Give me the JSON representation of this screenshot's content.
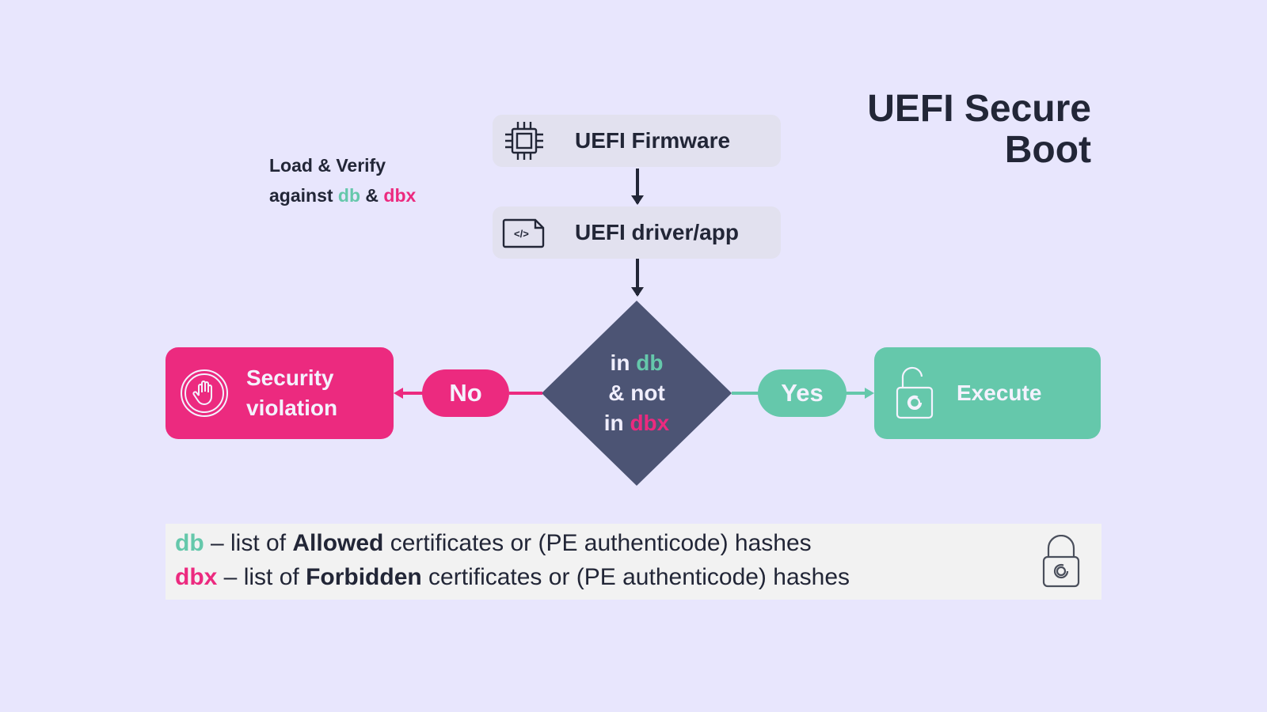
{
  "title": {
    "line1": "UEFI Secure",
    "line2": "Boot"
  },
  "note": {
    "line1": "Load & Verify",
    "against": "against ",
    "db": "db",
    "amp": " & ",
    "dbx": "dbx"
  },
  "steps": [
    {
      "label": "UEFI Firmware",
      "icon": "chip-icon"
    },
    {
      "label": "UEFI driver/app",
      "icon": "code-file-icon"
    }
  ],
  "decision": {
    "in1": "in ",
    "db": "db",
    "and_not": "& not",
    "in2": "in ",
    "dbx": "dbx"
  },
  "branches": {
    "no": {
      "label": "No",
      "target": "Security violation",
      "target_line1": "Security",
      "target_line2": "violation",
      "icon": "stop-hand-icon"
    },
    "yes": {
      "label": "Yes",
      "target": "Execute",
      "icon": "unlocked-padlock-icon"
    }
  },
  "legend": {
    "rows": [
      {
        "key": "db",
        "dash": " – list of ",
        "bold": "Allowed",
        "rest": " certificates or (PE authenticode) hashes"
      },
      {
        "key": "dbx",
        "dash": " – list of ",
        "bold": "Forbidden",
        "rest": " certificates or (PE authenticode) hashes"
      }
    ],
    "icon": "locked-padlock-icon"
  },
  "colors": {
    "background": "#e8e6fd",
    "db": "#65c8ab",
    "dbx": "#ec2a7f",
    "decision": "#4c5474",
    "text": "#222637"
  }
}
